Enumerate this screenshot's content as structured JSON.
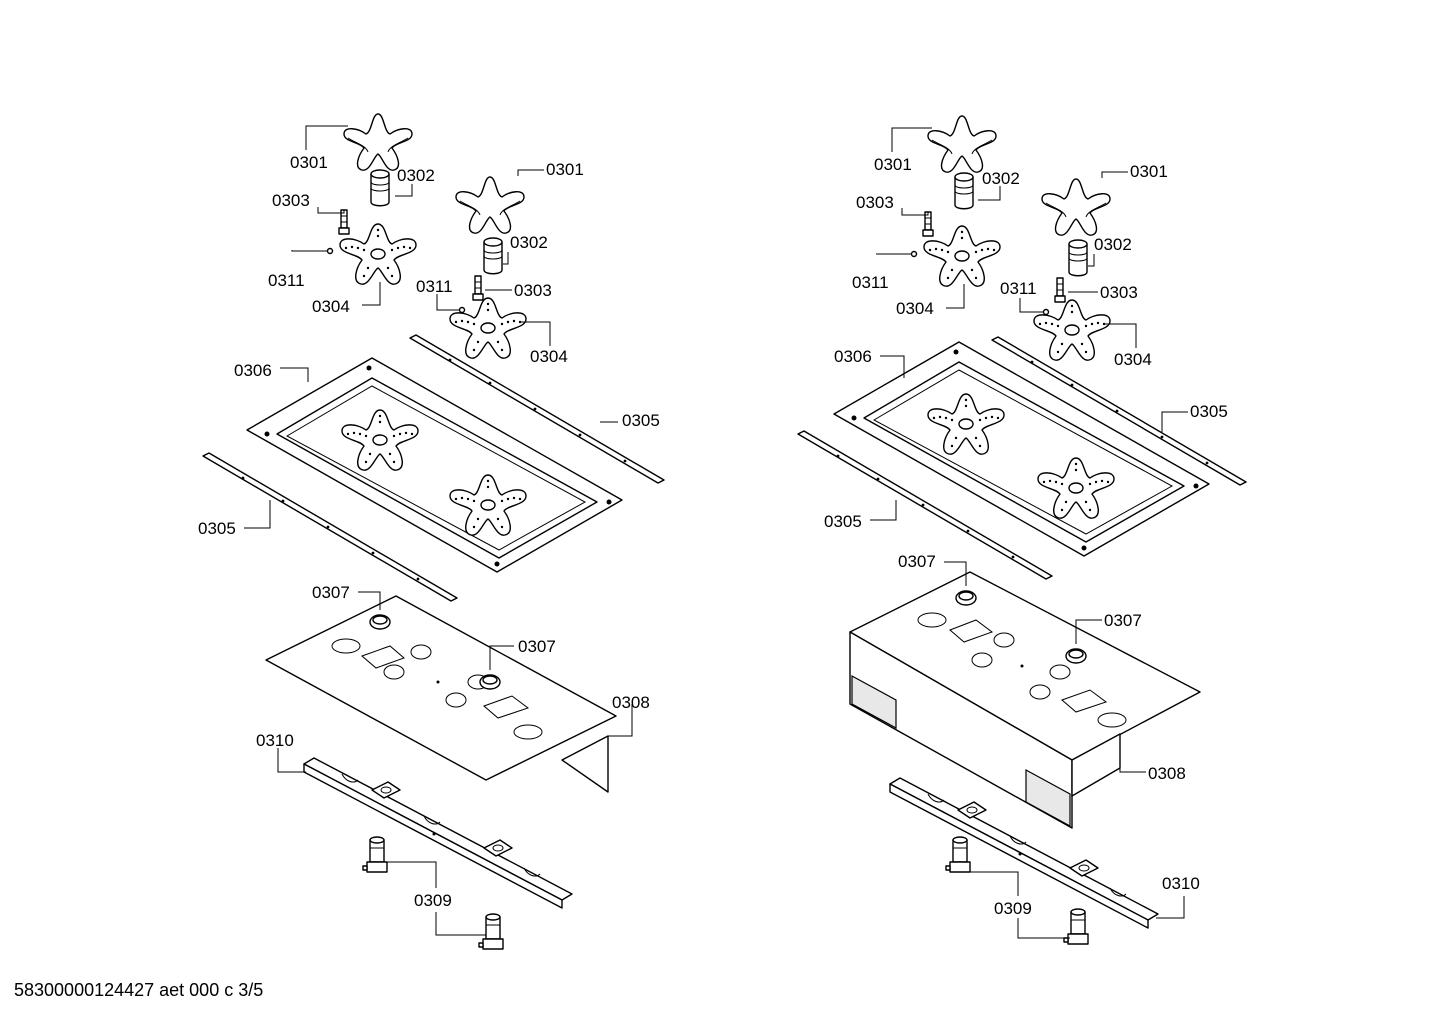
{
  "document_id": "58300000124427 aet 000 c 3/5",
  "colors": {
    "line": "#000000",
    "background": "#ffffff"
  },
  "labels": {
    "burner_cap": "0301",
    "burner_crown": "0302",
    "injector": "0303",
    "burner_base": "0304",
    "side_strip": "0305",
    "spill_tray": "0306",
    "grommet": "0307",
    "cover_plate": "0308",
    "gas_valve": "0309",
    "support_bracket": "0310",
    "seal": "0311"
  }
}
